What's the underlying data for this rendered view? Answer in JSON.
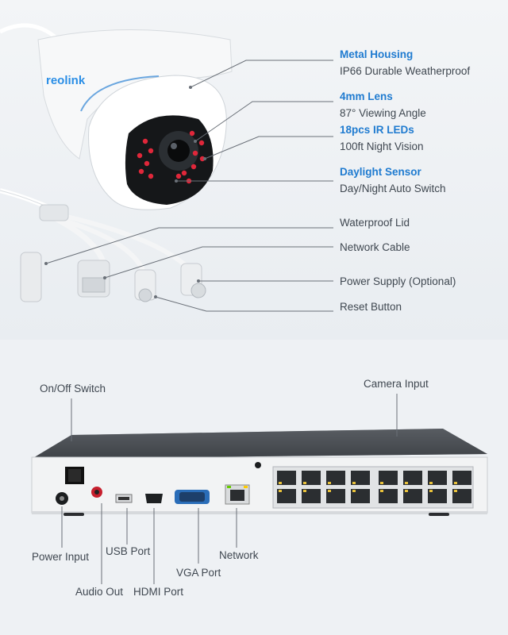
{
  "camera": {
    "brand_logo": "reolink",
    "features": [
      {
        "title": "Metal Housing",
        "desc": "IP66 Durable Weatherproof"
      },
      {
        "title": "4mm Lens",
        "desc": "87° Viewing Angle"
      },
      {
        "title": "18pcs IR LEDs",
        "desc": "100ft Night Vision"
      },
      {
        "title": "Daylight Sensor",
        "desc": "Day/Night Auto Switch"
      }
    ],
    "parts": [
      "Waterproof Lid",
      "Network Cable",
      "Power Supply (Optional)",
      "Reset Button"
    ]
  },
  "nvr": {
    "top_labels": {
      "switch": "On/Off Switch",
      "camera_input": "Camera Input"
    },
    "bottom_labels": {
      "power": "Power Input",
      "usb": "USB Port",
      "audio": "Audio Out",
      "hdmi": "HDMI Port",
      "vga": "VGA Port",
      "network": "Network"
    }
  },
  "colors": {
    "accent": "#1f7bd0",
    "text": "#3f4750",
    "line": "#6a7078"
  }
}
